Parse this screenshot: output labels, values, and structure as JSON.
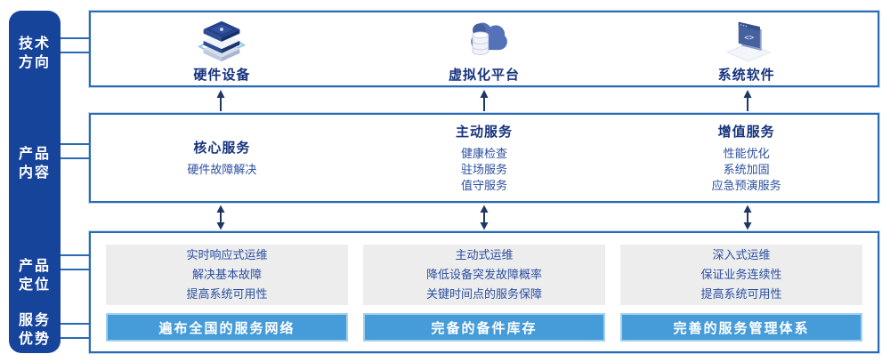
{
  "colors": {
    "sidebar_bg": "#17449B",
    "box_border": "#2A6AB5",
    "heading_text": "#16337E",
    "body_text": "#2B4FA0",
    "arrow": "#1E3765",
    "gray_panel_bg": "#EDEDED",
    "advantage_bar_bg": "#469CD8",
    "advantage_bar_border": "#A2D1EE",
    "advantage_bar_text": "#FFFFFF"
  },
  "sidebar": {
    "items": [
      {
        "label": "技术\n方向"
      },
      {
        "label": "产品\n内容"
      },
      {
        "label": "产品\n定位"
      },
      {
        "label": "服务\n优势"
      }
    ]
  },
  "tech_row": {
    "columns": [
      {
        "icon": "server-stack-icon",
        "label": "硬件设备"
      },
      {
        "icon": "cloud-database-icon",
        "label": "虚拟化平台"
      },
      {
        "icon": "code-window-icon",
        "label": "系统软件"
      }
    ]
  },
  "content_row": {
    "columns": [
      {
        "title": "核心服务",
        "items": [
          "硬件故障解决"
        ]
      },
      {
        "title": "主动服务",
        "items": [
          "健康检查",
          "驻场服务",
          "值守服务"
        ]
      },
      {
        "title": "增值服务",
        "items": [
          "性能优化",
          "系统加固",
          "应急预演服务"
        ]
      }
    ]
  },
  "bottom_row": {
    "columns": [
      {
        "positioning": [
          "实时响应式运维",
          "解决基本故障",
          "提高系统可用性"
        ],
        "advantage": "遍布全国的服务网络"
      },
      {
        "positioning": [
          "主动式运维",
          "降低设备突发故障概率",
          "关键时间点的服务保障"
        ],
        "advantage": "完备的备件库存"
      },
      {
        "positioning": [
          "深入式运维",
          "保证业务连续性",
          "提高系统可用性"
        ],
        "advantage": "完善的服务管理体系"
      }
    ]
  }
}
